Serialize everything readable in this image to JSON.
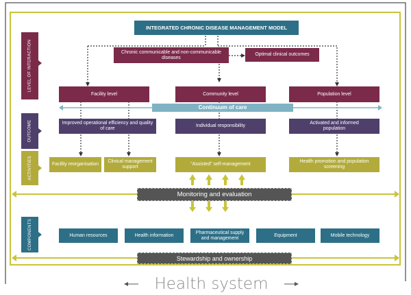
{
  "title": "INTEGRATED CHRONIC DISEASE MANAGEMENT MODEL",
  "side_labels": {
    "interaction": "LEVEL OF INTERACTION",
    "outcome": "OUTCOME",
    "activities": "ACTIVITIES",
    "components": "COMPONENTS"
  },
  "interaction": {
    "chronic": "Chronic communicable and non-communicable diseases",
    "optimal": "Optimal clinical outcomes",
    "levels": [
      "Facility level",
      "Community level",
      "Population level"
    ]
  },
  "continuum": "Continuum of care",
  "outcomes": [
    "Improved operational efficiency and quality of care",
    "Individual responsibility",
    "Activated and informed population"
  ],
  "activities": [
    "Facility reorganisation",
    "Clinical management support",
    "“Assisted” self-management",
    "Health promotion and population screening"
  ],
  "monitoring": "Monitoring and evaluation",
  "components": [
    "Human resources",
    "Health information",
    "Pharmaceutical supply and management",
    "Equipment",
    "Mobile technology"
  ],
  "stewardship": "Stewardship and ownership",
  "health_system": "Health system",
  "colors": {
    "maroon": "#7b2a4a",
    "purple": "#4f3f6b",
    "olive": "#b2ab3b",
    "teal": "#2d6f86",
    "continuum": "#7fb3c4",
    "frame": "#c9c43a",
    "bar": "#555555"
  }
}
